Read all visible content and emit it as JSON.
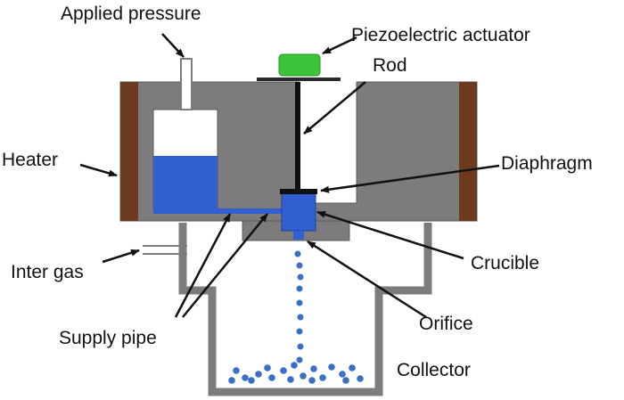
{
  "labels": {
    "applied_pressure": "Applied pressure",
    "piezo_actuator": "Piezoelectric actuator",
    "rod": "Rod",
    "heater": "Heater",
    "diaphragm": "Diaphragm",
    "crucible": "Crucible",
    "inter_gas": "Inter gas",
    "orifice": "Orifice",
    "supply_pipe": "Supply pipe",
    "collector": "Collector"
  },
  "colors": {
    "housing": "#7d7b7c",
    "heater": "#6b3a1f",
    "liquid": "#2f5fd0",
    "actuator": "#3ec43a",
    "droplet": "#3a6fc8",
    "pointer": "#111111"
  }
}
